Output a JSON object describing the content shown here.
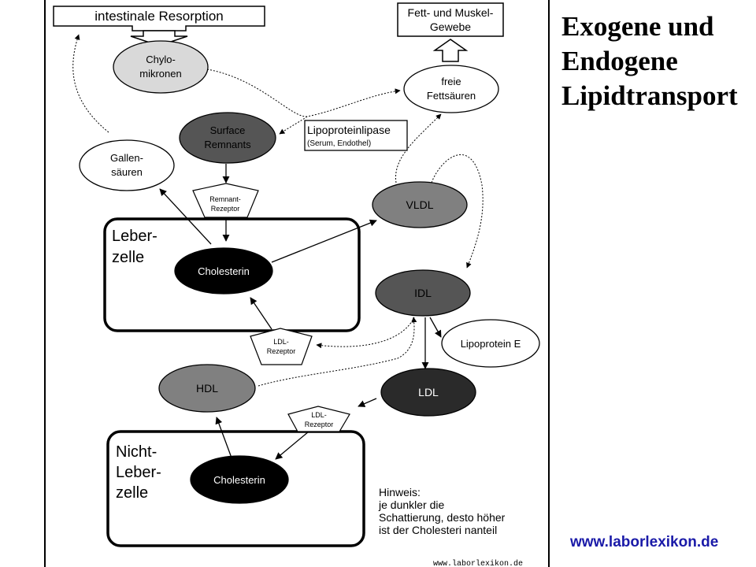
{
  "title_lines": [
    "Exogene und",
    "Endogene",
    "Lipidtransport"
  ],
  "website": "www.laborlexikon.de",
  "footer_watermark": "www.laborlexikon.de",
  "nodes": {
    "resorption": "intestinale Resorption",
    "tissue": [
      "Fett- und Muskel-",
      "Gewebe"
    ],
    "chylo": [
      "Chylo-",
      "mikronen"
    ],
    "ffa": [
      "freie",
      "Fettsäuren"
    ],
    "surface_remnants": [
      "Surface",
      "Remnants"
    ],
    "lipoproteinlipase": "Lipoproteinlipase",
    "lipoproteinlipase_sub": "(Serum, Endothel)",
    "gallensaeuren": [
      "Gallen-",
      "säuren"
    ],
    "remnant_receptor": [
      "Remnant-",
      "Rezeptor"
    ],
    "vldl": "VLDL",
    "liver_cell": [
      "Leber-",
      "zelle"
    ],
    "cholesterin_liver": "Cholesterin",
    "idl": "IDL",
    "ldl_receptor_liver": [
      "LDL-",
      "Rezeptor"
    ],
    "lipoprotein_e": "Lipoprotein E",
    "hdl": "HDL",
    "ldl": "LDL",
    "ldl_receptor_periph": [
      "LDL-",
      "Rezeptor"
    ],
    "non_liver_cell": [
      "Nicht-",
      "Leber-",
      "zelle"
    ],
    "cholesterin_periph": "Cholesterin"
  },
  "note": [
    "Hinweis:",
    "je dunkler die",
    "Schattierung, desto höher",
    "ist der Cholesteri nanteil"
  ],
  "colors": {
    "light_gray": "#d9d9d9",
    "mid_gray": "#808080",
    "dark_gray": "#555555",
    "darker": "#2a2a2a",
    "black": "#000000",
    "link": "#1a1aa8"
  }
}
